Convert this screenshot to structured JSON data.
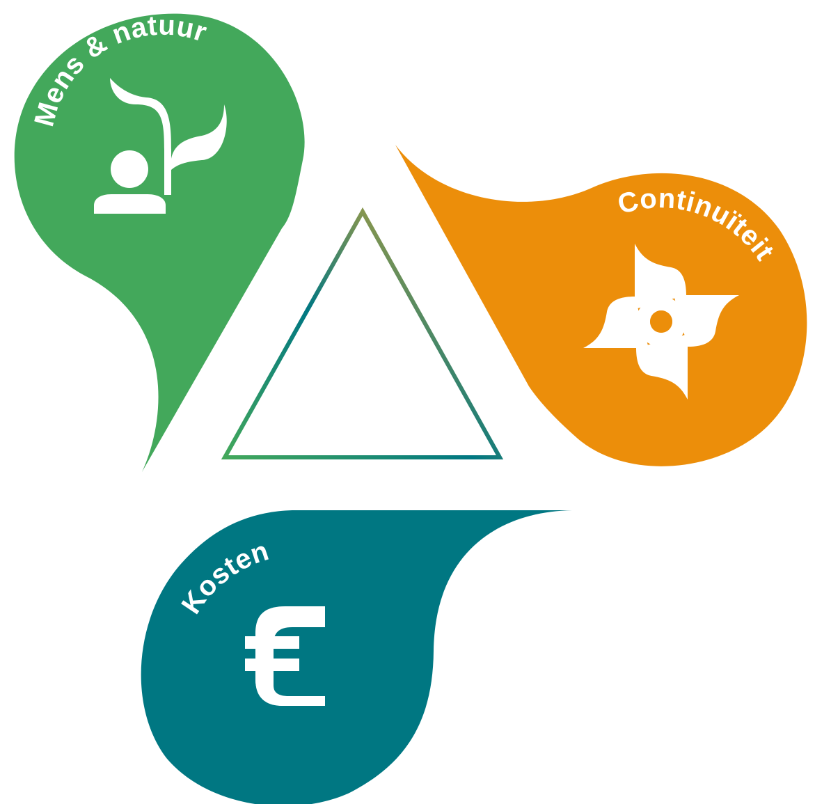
{
  "colors": {
    "green": "#43A85B",
    "orange": "#EC8E0A",
    "teal": "#007782",
    "gold": "#E8A92A",
    "white": "#FFFFFF"
  },
  "pins": [
    {
      "id": "mens",
      "label": "Mens & natuur",
      "icon": "person-with-plant-icon",
      "color": "green"
    },
    {
      "id": "continuiteit",
      "label": "Continuïteit",
      "icon": "pinwheel-icon",
      "color": "orange"
    },
    {
      "id": "kosten",
      "label": "Kosten",
      "icon": "euro-icon",
      "color": "teal"
    }
  ]
}
